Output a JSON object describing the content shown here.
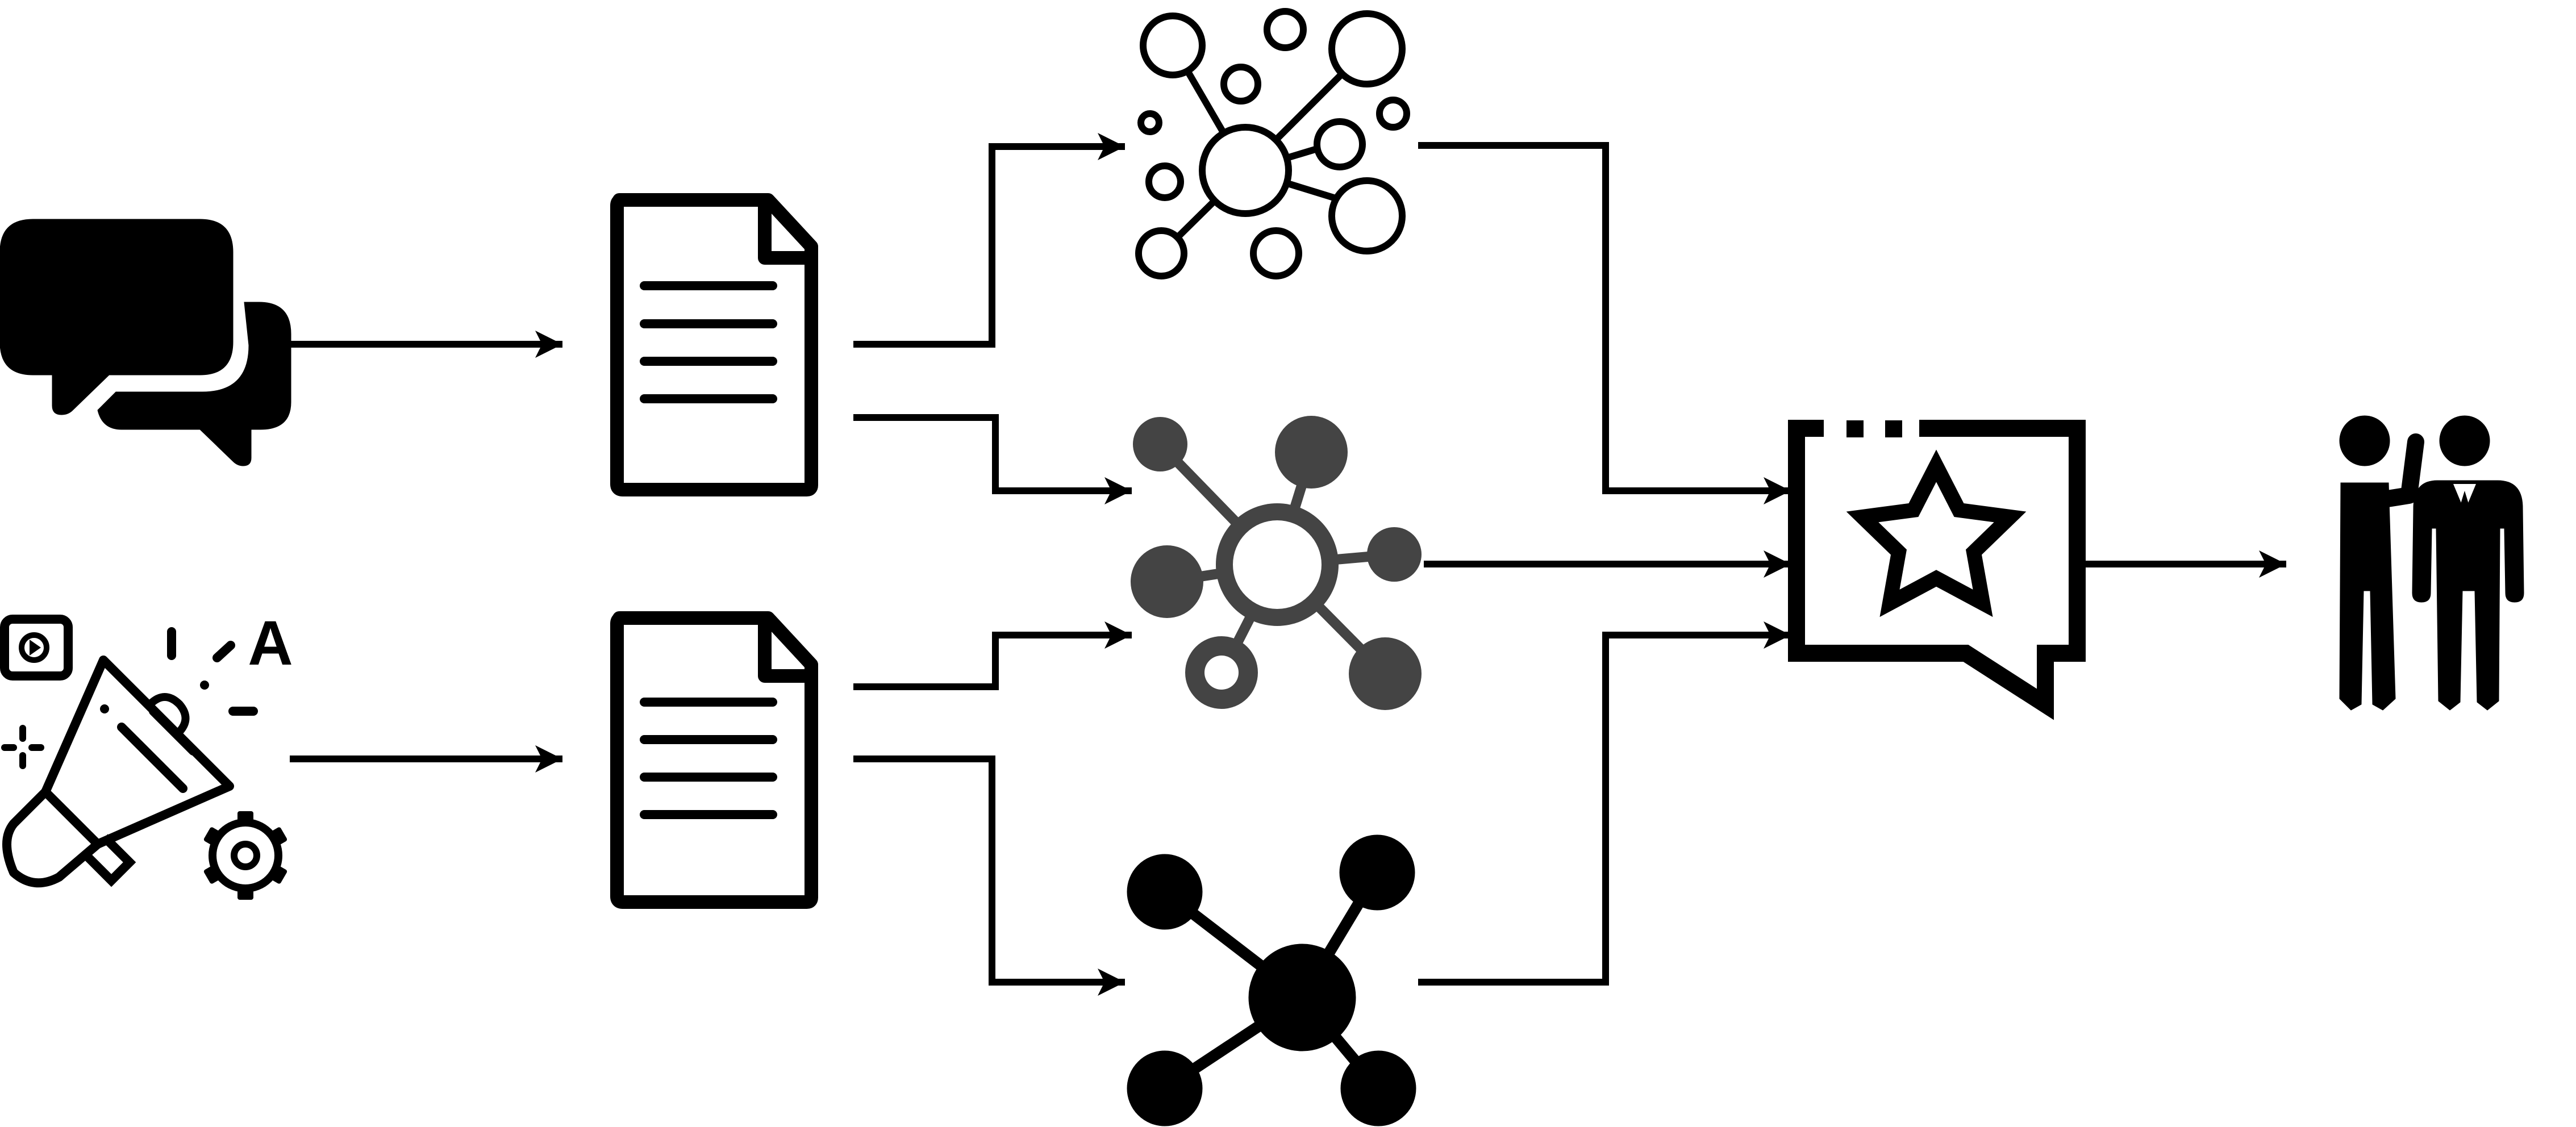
{
  "diagram": {
    "colors": {
      "stroke": "#000000",
      "background": "#ffffff",
      "grey_network": "#444444"
    },
    "nodes": [
      {
        "id": "chat-bubbles",
        "icon": "chat-bubbles-icon"
      },
      {
        "id": "marketing",
        "icon": "megaphone-marketing-icon",
        "glyph": "A"
      },
      {
        "id": "document-top",
        "icon": "document-icon"
      },
      {
        "id": "document-bottom",
        "icon": "document-icon"
      },
      {
        "id": "network-outline",
        "icon": "network-outline-icon"
      },
      {
        "id": "network-grey",
        "icon": "network-grey-icon"
      },
      {
        "id": "network-solid",
        "icon": "network-solid-icon"
      },
      {
        "id": "review-star",
        "icon": "star-speech-bubble-icon"
      },
      {
        "id": "business-people",
        "icon": "business-people-icon"
      }
    ],
    "edges": [
      {
        "from": "chat-bubbles",
        "to": "document-top"
      },
      {
        "from": "marketing",
        "to": "document-bottom"
      },
      {
        "from": "document-top",
        "to": "network-outline"
      },
      {
        "from": "document-top",
        "to": "network-grey"
      },
      {
        "from": "document-bottom",
        "to": "network-grey"
      },
      {
        "from": "document-bottom",
        "to": "network-solid"
      },
      {
        "from": "network-outline",
        "to": "review-star"
      },
      {
        "from": "network-grey",
        "to": "review-star"
      },
      {
        "from": "network-solid",
        "to": "review-star"
      },
      {
        "from": "review-star",
        "to": "business-people"
      }
    ]
  }
}
